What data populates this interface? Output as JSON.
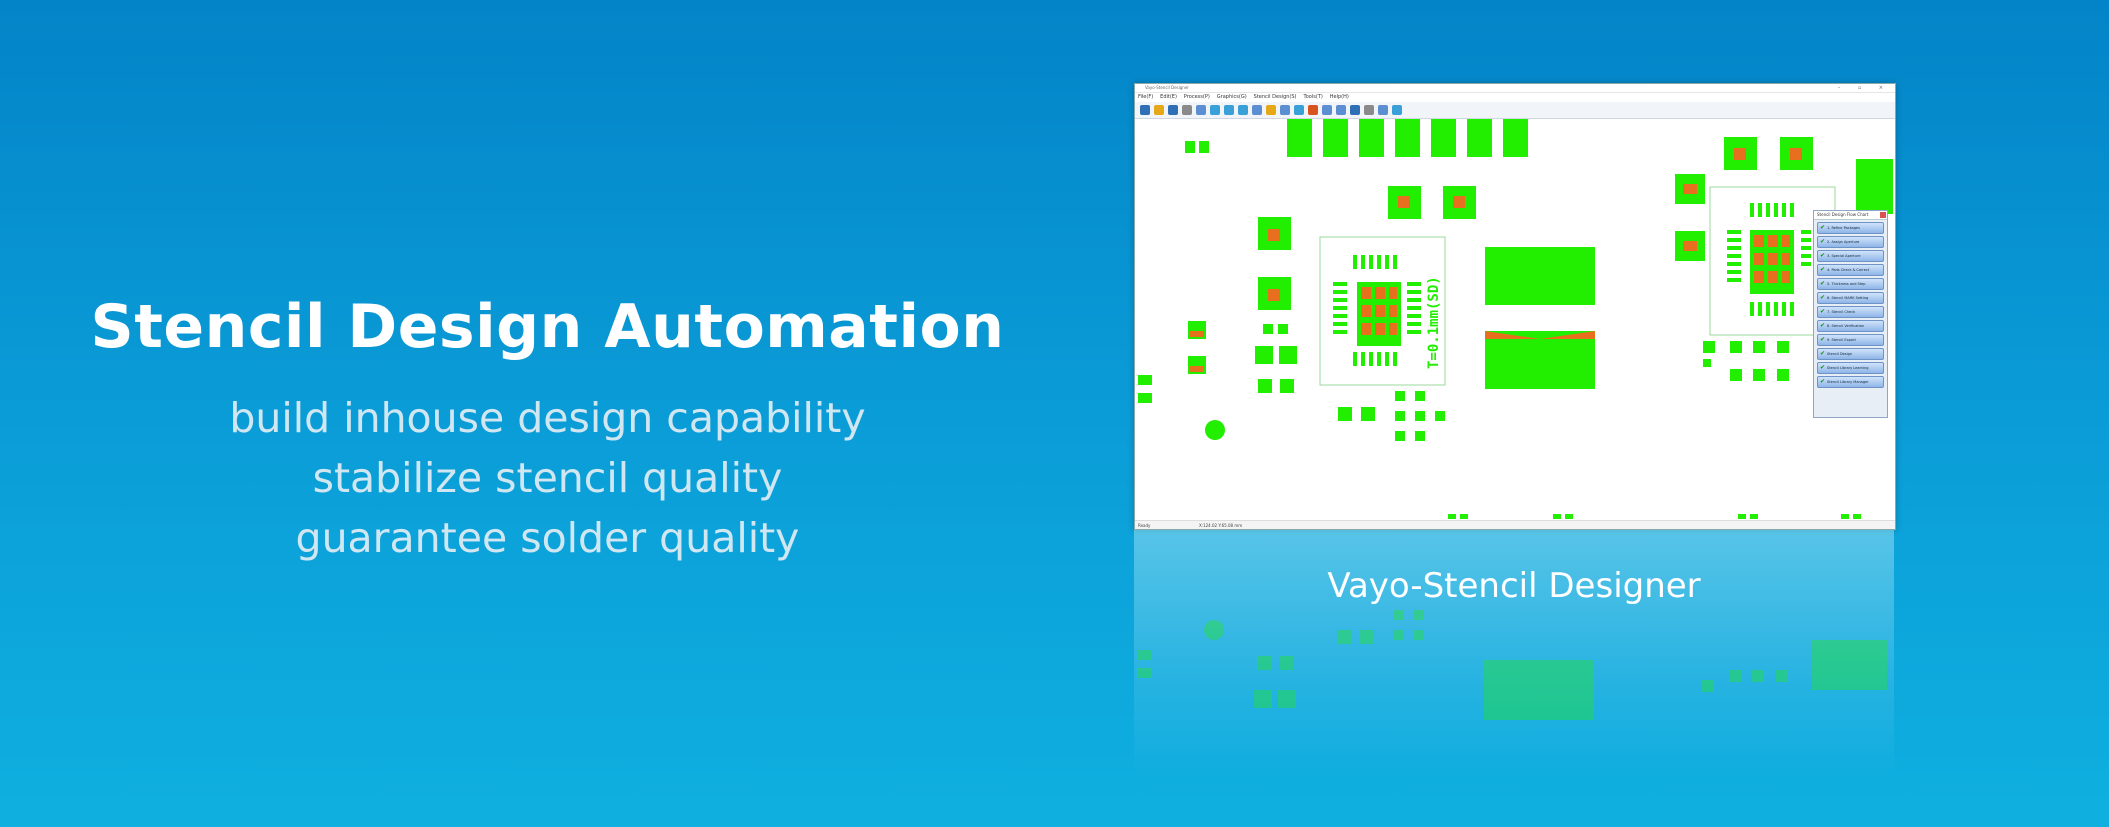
{
  "hero": {
    "title": "Stencil Design Automation",
    "taglines": [
      "build inhouse design capability",
      "stabilize stencil quality",
      "guarantee solder quality"
    ]
  },
  "app": {
    "window_title": "Vayo-Stencil Designer",
    "menu": [
      "File(F)",
      "Edit(E)",
      "Process(P)",
      "Graphics(G)",
      "Stencil Design(S)",
      "Tools(T)",
      "Help(H)"
    ],
    "canvas_label": "T=0.1mm(SD)",
    "flow_panel": {
      "title": "Stencil Design Flow Chart",
      "items": [
        "1. Refine Packages",
        "2. Assign Aperture",
        "3. Special Aperture",
        "4. Pads Check & Correct",
        "5. Thickness and Step",
        "6. Stencil MARK Setting",
        "7. Stencil Check",
        "8. Stencil Verification",
        "9. Stencil Export",
        "Stencil Design",
        "Stencil Library Learning",
        "Stencil Library Manager"
      ]
    },
    "status": {
      "left": "Ready",
      "coords": "X:124.02 Y:65.08 mm"
    },
    "colors": {
      "pad": "#22ee00",
      "copper": "#e86f1e",
      "outline": "#9bd79b"
    }
  },
  "caption": "Vayo-Stencil Designer"
}
